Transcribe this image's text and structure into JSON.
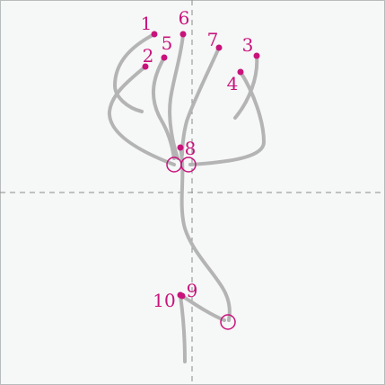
{
  "diagram": {
    "labels": [
      "1",
      "2",
      "3",
      "4",
      "5",
      "6",
      "7",
      "8",
      "9",
      "10"
    ],
    "colors": {
      "background": "#f6f7f7",
      "border": "#b9bcbd",
      "guide": "#8a8d8e",
      "stroke": "#b4b4b4",
      "accent": "#c8137b"
    }
  }
}
